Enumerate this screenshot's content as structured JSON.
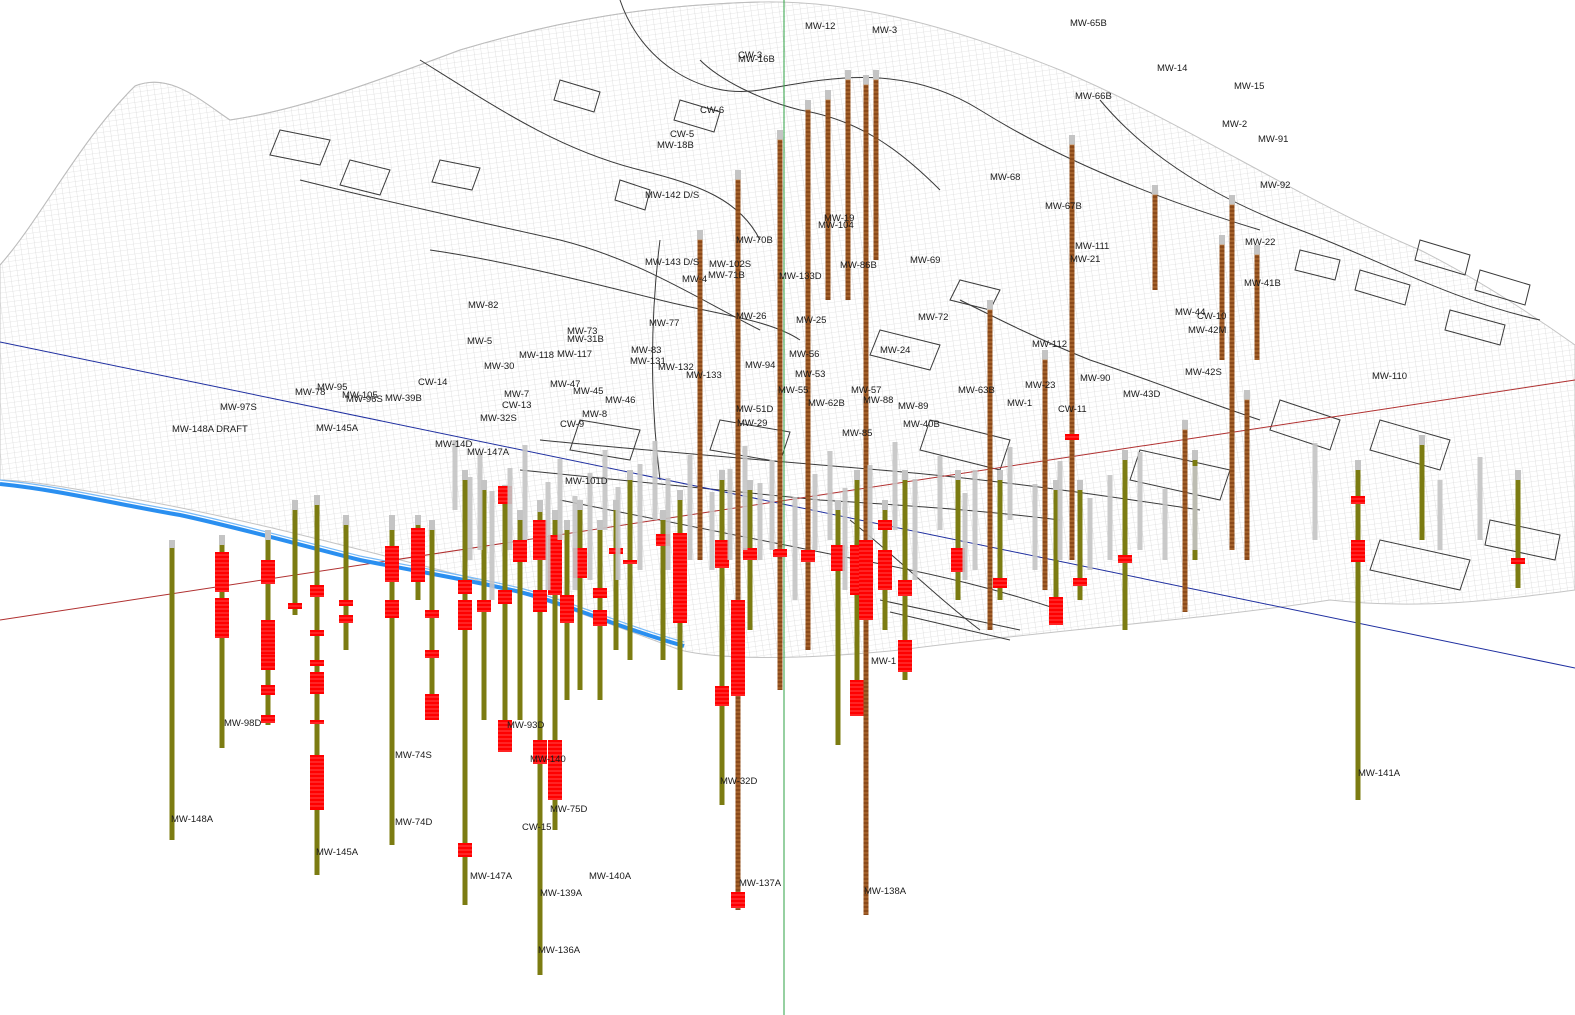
{
  "scene": {
    "colors": {
      "mesh": "#c9c9c9",
      "mesh_face": "#f6f6f6",
      "roads": "#3a3a3a",
      "casing": "#c4c4c4",
      "screen_upper": "#8b4a1a",
      "shaft_lower": "#7c7c12",
      "contamination": "#ff0000",
      "river": "#2a8ff0",
      "axis_x": "#b03030",
      "axis_y": "#1f2fa0",
      "axis_z": "#2ea043"
    }
  },
  "upper_labels": [
    "MW-12",
    "MW-3",
    "CW-3",
    "MW-16B",
    "MW-65B",
    "MW-14",
    "MW-15",
    "MW-66B",
    "CW-6",
    "MW-2",
    "CW-5",
    "MW-18B",
    "MW-91",
    "MW-92",
    "MW-68",
    "MW-142 D/S",
    "MW-67B",
    "MW-19",
    "MW-104",
    "MW-70B",
    "MW-22",
    "MW-111",
    "MW-21",
    "MW-143 D/S",
    "MW-102S",
    "MW-71B",
    "MW-4",
    "MW-133D",
    "MW-86B",
    "MW-69",
    "MW-41B",
    "MW-82",
    "MW-73",
    "MW-31B",
    "MW-5",
    "MW-77",
    "MW-26",
    "MW-72",
    "MW-44",
    "CW-10",
    "MW-42M",
    "MW-118",
    "MW-117",
    "MW-30",
    "MW-25",
    "MW-112",
    "MW-24",
    "MW-83",
    "MW-131",
    "MW-56",
    "MW-132",
    "MW-42S",
    "MW-94",
    "MW-90",
    "MW-110",
    "MW-133",
    "MW-78",
    "MW-95",
    "MW-105",
    "MW-96S",
    "CW-14",
    "MW-39B",
    "MW-47",
    "MW-45",
    "MW-55",
    "MW-53",
    "MW-63B",
    "MW-23",
    "MW-43D",
    "MW-57",
    "MW-62B",
    "MW-88",
    "MW-89",
    "MW-1",
    "CW-11",
    "MW-148A DRAFT",
    "MW-145A",
    "MW-7",
    "CW-13",
    "MW-46",
    "MW-8",
    "MW-32S",
    "CW-9",
    "MW-51D",
    "MW-40B",
    "MW-85",
    "MW-29",
    "MW-147A",
    "MW-101D",
    "MW-97S",
    "MW-14D"
  ],
  "lower_labels": [
    "MW-98D",
    "MW-74S",
    "MW-74D",
    "MW-148A",
    "MW-145A",
    "MW-93D",
    "MW-140",
    "MW-75D",
    "CW-15",
    "MW-32D",
    "MW-1",
    "MW-147A",
    "MW-140A",
    "MW-139A",
    "MW-137A",
    "MW-138A",
    "MW-136A",
    "MW-141A"
  ]
}
